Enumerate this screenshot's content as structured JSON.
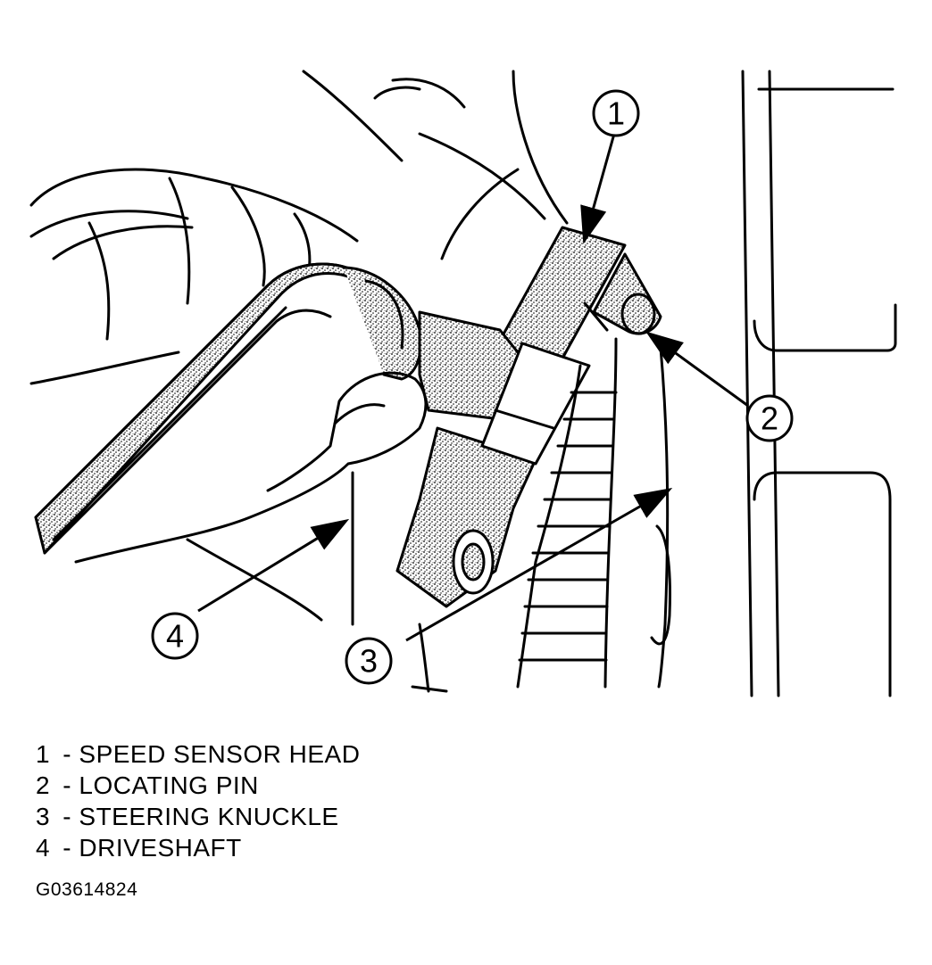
{
  "callouts": [
    {
      "num": "1"
    },
    {
      "num": "2"
    },
    {
      "num": "3"
    },
    {
      "num": "4"
    }
  ],
  "legend": [
    {
      "num": "1",
      "label": "SPEED SENSOR HEAD"
    },
    {
      "num": "2",
      "label": "LOCATING PIN"
    },
    {
      "num": "3",
      "label": "STEERING KNUCKLE"
    },
    {
      "num": "4",
      "label": "DRIVESHAFT"
    }
  ],
  "figure_id": "G03614824"
}
